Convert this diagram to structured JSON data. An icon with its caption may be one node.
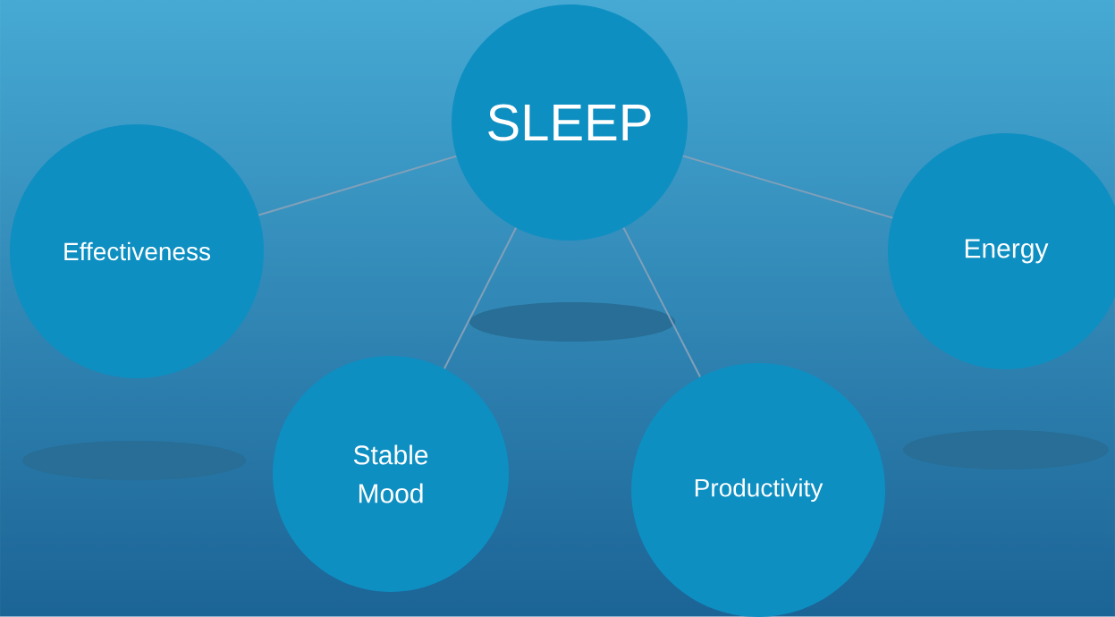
{
  "diagram": {
    "nodes": [
      {
        "text": [
          "SLEEP"
        ]
      },
      {
        "text": [
          "Effectiveness"
        ]
      },
      {
        "text": [
          "Energy"
        ]
      },
      {
        "text": [
          "Stable Mood"
        ]
      },
      {
        "text": [
          "Productivity"
        ]
      }
    ],
    "edges": [
      {
        "from": 0,
        "to": 1,
        "arrow": "none"
      },
      {
        "from": 0,
        "to": 2,
        "arrow": "none"
      },
      {
        "from": 0,
        "to": 3,
        "arrow": "none"
      },
      {
        "from": 0,
        "to": 4,
        "arrow": "none"
      }
    ]
  }
}
